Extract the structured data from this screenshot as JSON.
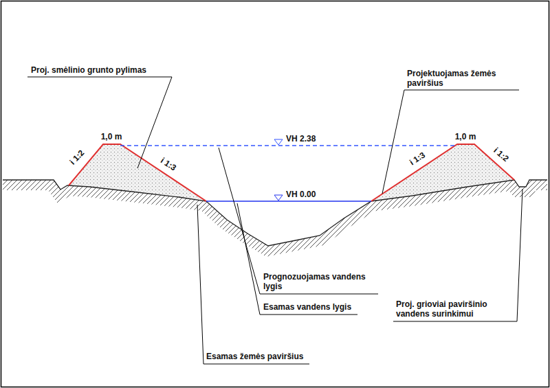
{
  "diagram": {
    "labels": [
      "Proj. smėlinio grunto pylimas",
      "Projektuojamas žemės paviršius",
      "1,0 m",
      "VH 2.38",
      "1,0 m",
      "i 1:2",
      "i 1:3",
      "i 1:3",
      "i 1:2",
      "VH 0.00",
      "Prognozuojamas vandens lygis",
      "Esamas vandens lygis",
      "Proj. grioviai paviršinio vandens surinkimui",
      "Esamas žemės paviršius"
    ]
  }
}
